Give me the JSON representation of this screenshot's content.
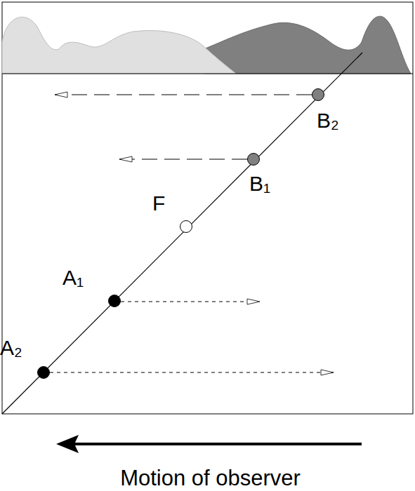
{
  "diagram": {
    "nodes": [
      {
        "text": [
          "B₂"
        ]
      },
      {
        "text": [
          "B₁"
        ]
      },
      {
        "text": [
          "F"
        ]
      },
      {
        "text": [
          "A₁"
        ]
      },
      {
        "text": [
          "A₂"
        ]
      }
    ],
    "labels": [
      "Motion of observer"
    ]
  }
}
